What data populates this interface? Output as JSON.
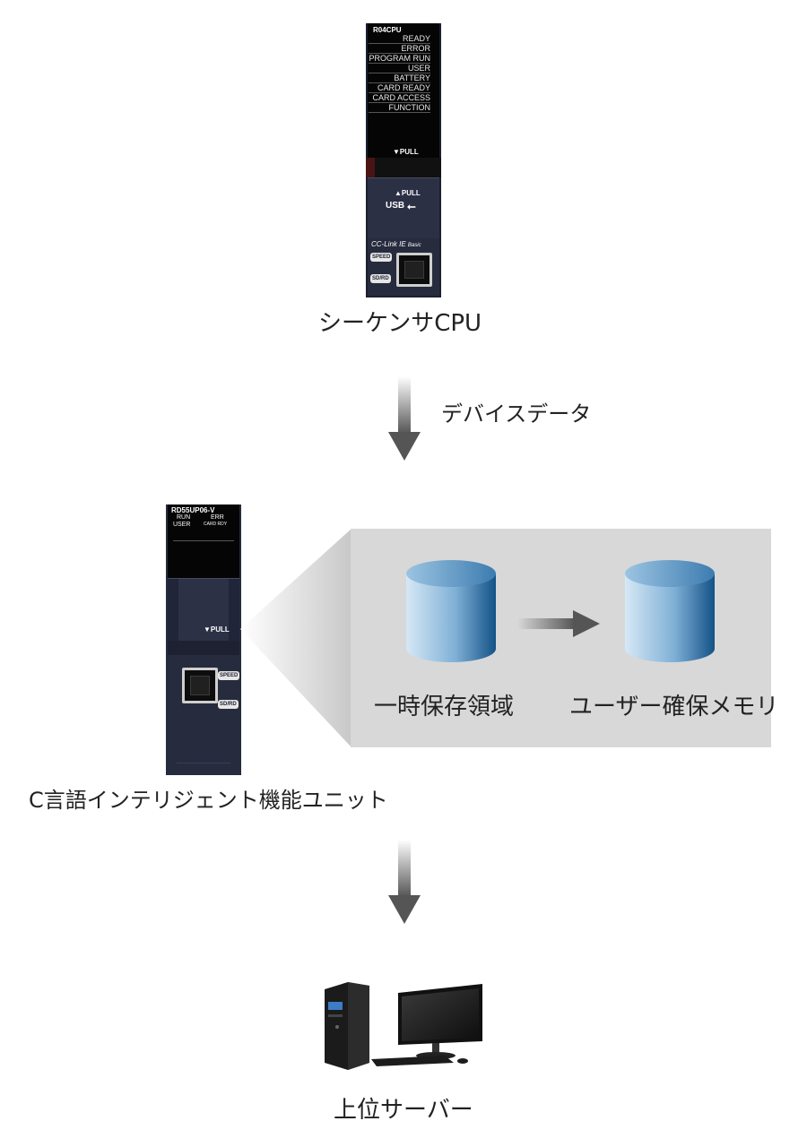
{
  "cpu": {
    "model": "R04CPU",
    "leds": [
      "READY",
      "ERROR",
      "PROGRAM RUN",
      "USER",
      "BATTERY",
      "CARD READY",
      "CARD ACCESS",
      "FUNCTION"
    ],
    "pull_top": "▼PULL",
    "pull_bottom": "▲PULL",
    "usb": "USB",
    "network": "CC-Link IE",
    "network_suffix": "Basic",
    "speed": "SPEED",
    "sdrd": "SD/RD",
    "caption": "シーケンサCPU"
  },
  "arrow1_label": "デバイスデータ",
  "cunit": {
    "model": "RD55UP06-V",
    "led_run": "RUN",
    "led_err": "ERR",
    "led_user": "USER",
    "led_cardrdy": "CARD RDY",
    "pull": "▼PULL",
    "speed": "SPEED",
    "sdrd": "SD/RD",
    "caption": "C言語インテリジェント機能ユニット"
  },
  "memory": {
    "temp_label": "一時保存領域",
    "user_label": "ユーザー確保メモリ"
  },
  "server": {
    "caption": "上位サーバー"
  },
  "colors": {
    "module_body": "#262b3d",
    "panel_bg": "#d8d8d8",
    "arrow": "#555555",
    "cylinder_dark": "#1a5a8c",
    "cylinder_light": "#cfe3f2"
  }
}
